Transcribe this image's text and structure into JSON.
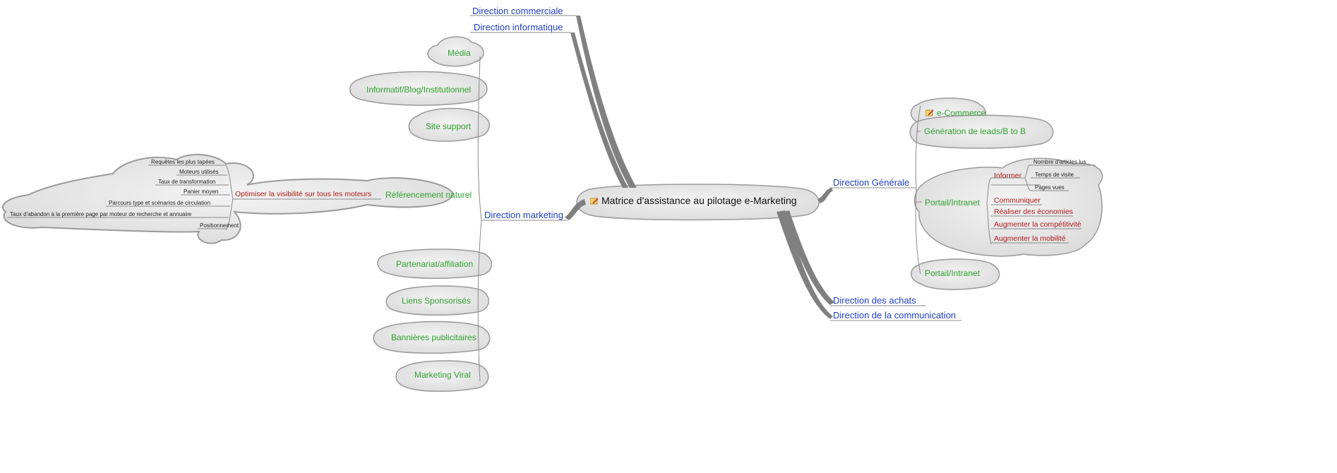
{
  "central_topic": {
    "label": "Matrice d'assistance au pilotage e-Marketing",
    "icon": "notebook-pencil-icon"
  },
  "left_branches": {
    "commerciale": "Direction commerciale",
    "informatique": "Direction informatique",
    "marketing": "Direction marketing"
  },
  "marketing": {
    "media": "Média",
    "informatif": "Informatif/Blog/Institutionnel",
    "site_support": "Site support",
    "referencement": "Référencement naturel",
    "partenariat": "Partenariat/affiliation",
    "liens": "Liens Sponsorisés",
    "bannieres": "Bannières publicitaires",
    "viral": "Marketing Viral"
  },
  "referencement": {
    "optimiser": "Optimiser la visibilité sur tous les moteurs",
    "items": [
      "Requêtes les plus tapées",
      "Moteurs utilisés",
      "Taux de transformation",
      "Panier moyen",
      "Parcours type et scénarios de circulation",
      "Taux d'abandon à la première page par moteur de recherche et annuaire",
      "Positionnement"
    ]
  },
  "right_branches": {
    "generale": "Direction Générale",
    "achats": "Direction des achats",
    "communication": "Direction de la communication"
  },
  "generale": {
    "ecommerce": "e-Commerce",
    "ecommerce_icon": "notebook-pencil-icon",
    "leads": "Génération de leads/B to B",
    "portail": "Portail/Intranet",
    "portail2": "Portail/Intranet"
  },
  "portail": {
    "informer": "Informer",
    "informer_items": [
      "Nombre d'articles lus",
      "Temps de visite",
      "Pages vues"
    ],
    "communiquer": "Communiquer",
    "economies": "Réaliser des économies",
    "competitivite": "Augmenter la compétitivité",
    "mobilite": "Augmenter la mobilité"
  },
  "colors": {
    "branch_text": "#1f3fc8",
    "topic_text": "#2fa12f",
    "subtopic_text": "#b01818",
    "cloud_fill": "#e6e6e6",
    "cloud_stroke": "#9a9a9a",
    "connector": "#7a7a7a"
  }
}
